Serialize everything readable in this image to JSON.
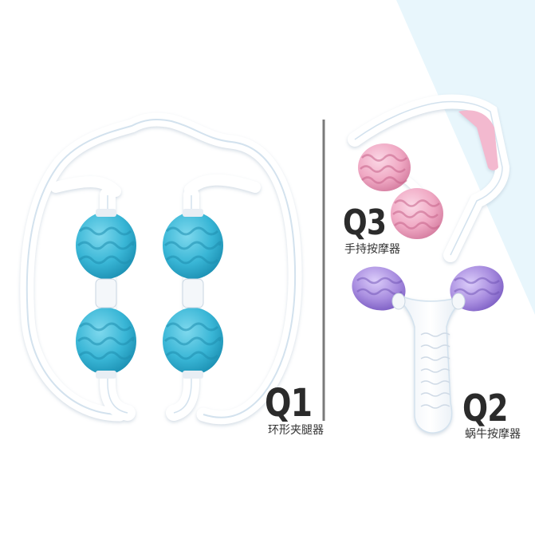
{
  "products": [
    {
      "code": "Q1",
      "name": "环形夹腿器",
      "roller_color": "#3bb8d6"
    },
    {
      "code": "Q3",
      "name": "手持按摩器",
      "roller_color": "#eea8c4"
    },
    {
      "code": "Q2",
      "name": "蜗牛按摩器",
      "roller_color": "#a98ee0"
    }
  ],
  "colors": {
    "background": "#ffffff",
    "accent_panel": "#e9f7fd",
    "frame_white": "#ffffff",
    "frame_outline": "#d3e2ee",
    "divider": "#7a7a7a"
  }
}
